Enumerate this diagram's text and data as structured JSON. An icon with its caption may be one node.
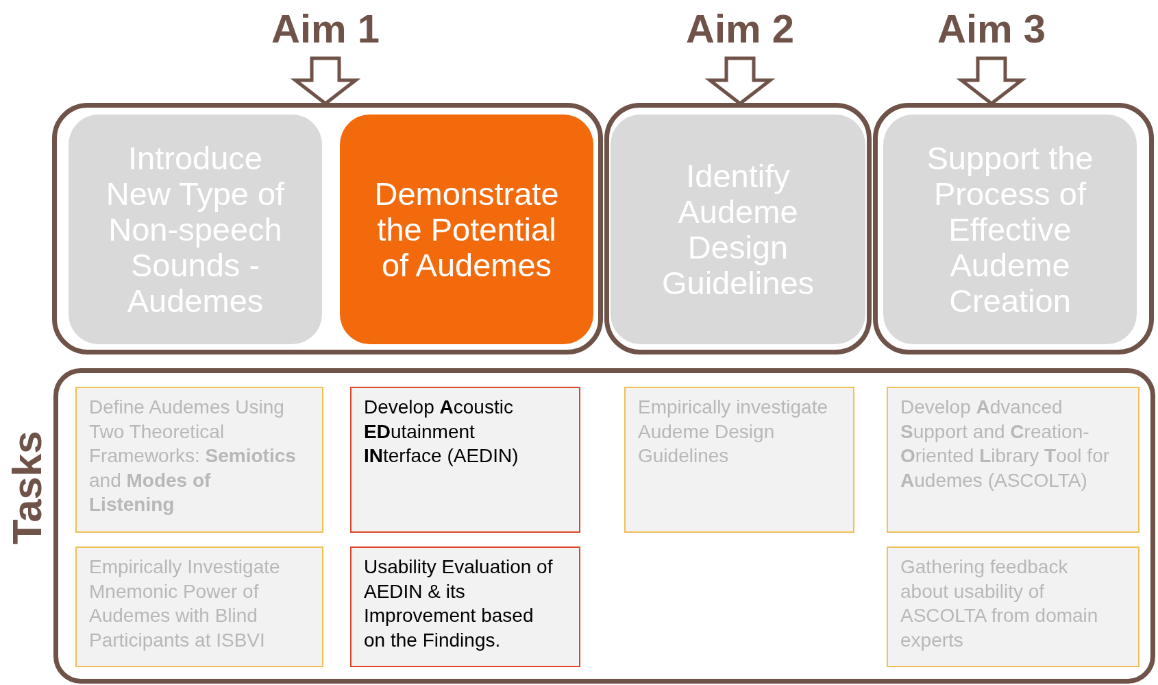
{
  "diagram": {
    "nodes": [
      {
        "text": [
          "Aim 1"
        ]
      },
      {
        "text": [
          "Aim 2"
        ]
      },
      {
        "text": [
          "Aim 3"
        ]
      },
      {
        "text": [],
        "shape": "box"
      },
      {
        "text": [
          "Introduce New Type of Non-speech Sounds - Audemes"
        ],
        "in": 3
      },
      {
        "text": [
          "Demonstrate the Potential of Audemes"
        ],
        "in": 3
      },
      {
        "text": [],
        "shape": "box"
      },
      {
        "text": [
          "Identify Audeme Design Guidelines"
        ],
        "in": 6
      },
      {
        "text": [],
        "shape": "box"
      },
      {
        "text": [
          "Support the Process of Effective Audeme Creation"
        ],
        "in": 8
      },
      {
        "text": [
          "Tasks"
        ]
      },
      {
        "text": [
          "Define Audemes Using Two Theoretical Frameworks: **Semiotics** and **Modes of Listening**"
        ],
        "in": 10
      },
      {
        "text": [
          "Develop **A**coustic **ED**utainment **IN**terface (AEDIN)"
        ],
        "in": 10
      },
      {
        "text": [
          "Empirically investigate Audeme Design Guidelines"
        ],
        "in": 10
      },
      {
        "text": [
          "Develop **A**dvanced **S**upport and **C**reation-**O**riented **L**ibrary **T**ool for **A**udemes (ASCOLTA)"
        ],
        "in": 10
      },
      {
        "text": [
          "Empirically Investigate Mnemonic Power of Audemes with Blind Participants at ISBVI"
        ],
        "in": 10
      },
      {
        "text": [
          "Usability Evaluation of AEDIN & its Improvement based on the Findings."
        ],
        "in": 10
      },
      {
        "text": [
          "Gathering feedback about usability of ASCOLTA from domain experts"
        ],
        "in": 10
      }
    ],
    "edges": [
      {
        "from": 0,
        "to": 3,
        "arrow": "to"
      },
      {
        "from": 1,
        "to": 6,
        "arrow": "to"
      },
      {
        "from": 2,
        "to": 8,
        "arrow": "to"
      }
    ]
  }
}
